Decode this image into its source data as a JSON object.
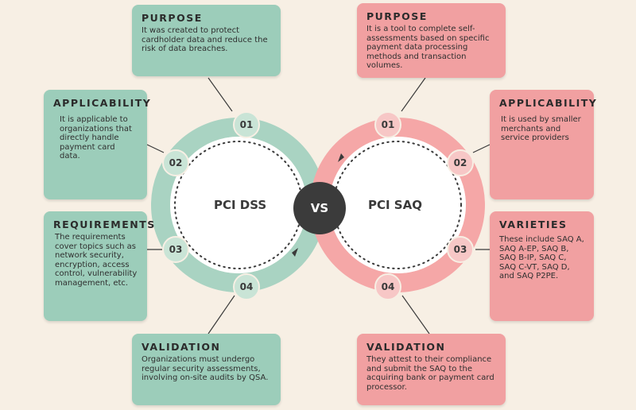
{
  "dss": {
    "title": "PCI DSS",
    "purpose": {
      "head": "PURPOSE",
      "body": "It was created to protect cardholder data and reduce the risk of data breaches."
    },
    "applicability": {
      "head": "APPLICABILITY",
      "body": "It is applicable to organizations that directly handle payment card data."
    },
    "requirements": {
      "head": "REQUIREMENTS",
      "body": "The requirements cover topics such as network security, encryption, access control, vulnerability management, etc."
    },
    "validation": {
      "head": "VALIDATION",
      "body": "Organizations must undergo regular security assessments, involving on-site audits by QSA."
    },
    "steps": [
      "01",
      "02",
      "03",
      "04"
    ]
  },
  "vs": "VS",
  "saq": {
    "title": "PCI SAQ",
    "purpose": {
      "head": "PURPOSE",
      "body": "It is a tool to complete self-assessments based on specific payment data processing methods and transaction volumes."
    },
    "applicability": {
      "head": "APPLICABILITY",
      "body": "It is used by smaller merchants and service providers"
    },
    "varieties": {
      "head": "VARIETIES",
      "body": "These include SAQ A, SAQ A-EP, SAQ B, SAQ B-IP, SAQ C, SAQ C-VT, SAQ D, and SAQ P2PE."
    },
    "validation": {
      "head": "VALIDATION",
      "body": "They attest to their compliance and submit the SAQ to the acquiring bank or payment card processor."
    },
    "steps": [
      "01",
      "02",
      "03",
      "04"
    ]
  },
  "colors": {
    "green": "#9ccdba",
    "green_ring": "#a9d3c2",
    "pink": "#f1a0a1",
    "pink_ring": "#f5a7a7",
    "dark": "#3b3b3b",
    "background": "#f7efe4"
  }
}
